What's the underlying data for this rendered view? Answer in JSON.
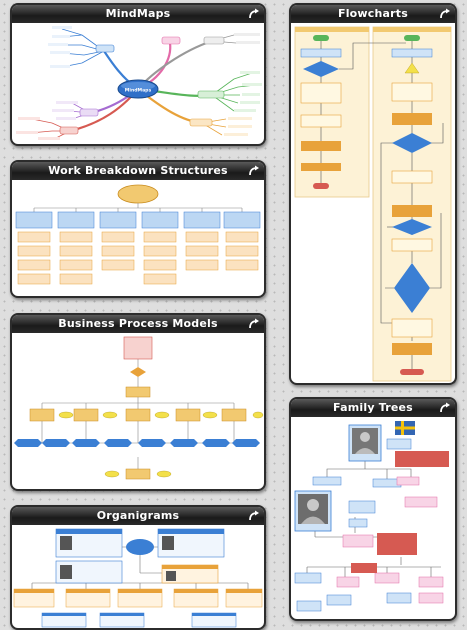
{
  "panels": {
    "mindmaps": {
      "title": "MindMaps",
      "center_label": "MindMaps"
    },
    "flowcharts": {
      "title": "Flowcharts"
    },
    "wbs": {
      "title": "Work Breakdown Structures"
    },
    "bpm": {
      "title": "Business Process Models"
    },
    "family": {
      "title": "Family Trees"
    },
    "org": {
      "title": "Organigrams"
    }
  },
  "icons": {
    "corner": "curved-arrow-icon",
    "flag": "swedish-flag-icon"
  },
  "colors": {
    "header_dark": "#1a1a1a",
    "node_blue": "#3b7fd4",
    "node_orange": "#e8a23a",
    "node_yellow": "#f3e04a",
    "node_red": "#d65a52",
    "node_pink": "#f3b7c9",
    "node_green": "#58b55a",
    "node_lightblue": "#cfe3f7",
    "node_cream": "#fdf2d6"
  }
}
